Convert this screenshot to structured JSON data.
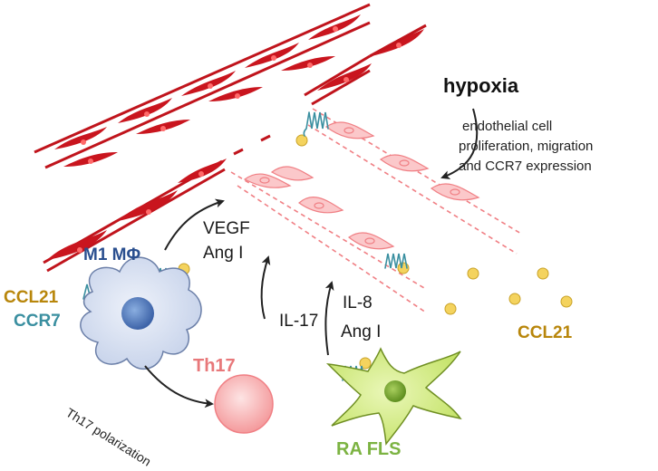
{
  "labels": {
    "hypoxia": "hypoxia",
    "endothelial_line1": "endothelial cell",
    "endothelial_line2": "proliferation, migration",
    "endothelial_line3": "and CCR7 expression",
    "vegf": "VEGF",
    "ang1_top": "Ang I",
    "il17": "IL-17",
    "il8": "IL-8",
    "ang1_bottom": "Ang I",
    "m1": "M1 MΦ",
    "ccl21_left": "CCL21",
    "ccr7": "CCR7",
    "th17": "Th17",
    "th17_polarization": "Th17 polarization",
    "ra_fls": "RA FLS",
    "ccl21_right": "CCL21"
  },
  "colors": {
    "vessel_red": "#c0141c",
    "vessel_light": "#f07f84",
    "ccl21_gold": "#b8860b",
    "ccl21_dot": "#f4d35e",
    "ccr7_teal": "#3a8fa0",
    "macrophage_blue": "#2a4f8f",
    "th17_pink": "#e8787a",
    "fls_green": "#9acd32"
  }
}
